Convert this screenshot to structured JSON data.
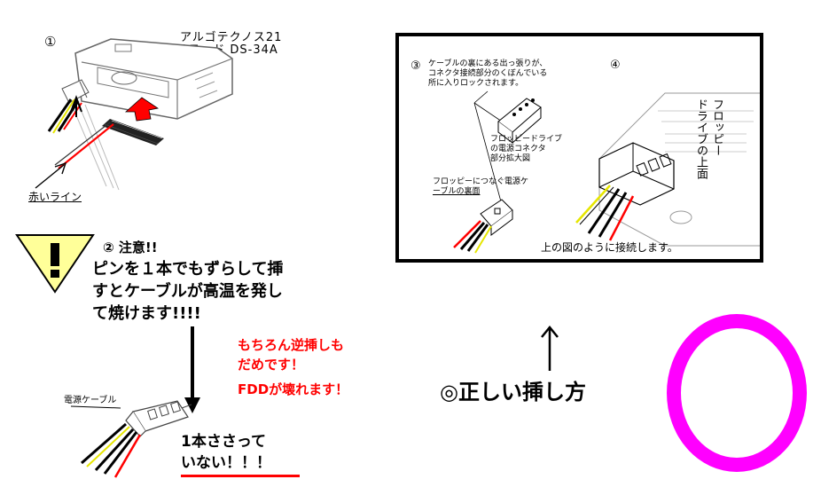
{
  "panel1": {
    "number": "①",
    "model_line1": "アルゴテクノス21",
    "model_line2": "3モード DS-34A",
    "red_line_label": "赤いライン"
  },
  "warning": {
    "title": "② 注意!!",
    "line1": "ピンを１本でもずらして挿",
    "line2": "すとケーブルが高温を発し",
    "line3": "て焼けます!!!!"
  },
  "red_note": {
    "line1": "もちろん逆挿しも",
    "line2": "だめです！",
    "line3": "FDDが壊れます！"
  },
  "bad_example": {
    "cable_label": "電源ケーブル",
    "line1": "1本ささって",
    "line2": "いない！！！"
  },
  "panel3": {
    "number": "③",
    "note1": "ケーブルの裏にある出っ張りが、",
    "note2": "コネクタ接続部分のくぼんでいる",
    "note3": "所に入りロックされます。",
    "zoom1": "フロッピードライブ",
    "zoom2": "の電源コネクタ",
    "zoom3": "部分拡大図",
    "back1": "フロッピーにつなぐ電源ケ",
    "back2": "ーブルの裏面"
  },
  "panel4": {
    "number": "④",
    "vertical1": "フロッピー",
    "vertical2": "ドライブの上面",
    "caption": "上の図のように接続します。"
  },
  "correct": {
    "label": "◎正しい挿し方"
  },
  "colors": {
    "warning_yellow": "#ffff99",
    "magenta_ring": "#ff00ff",
    "red": "#ff0000"
  }
}
